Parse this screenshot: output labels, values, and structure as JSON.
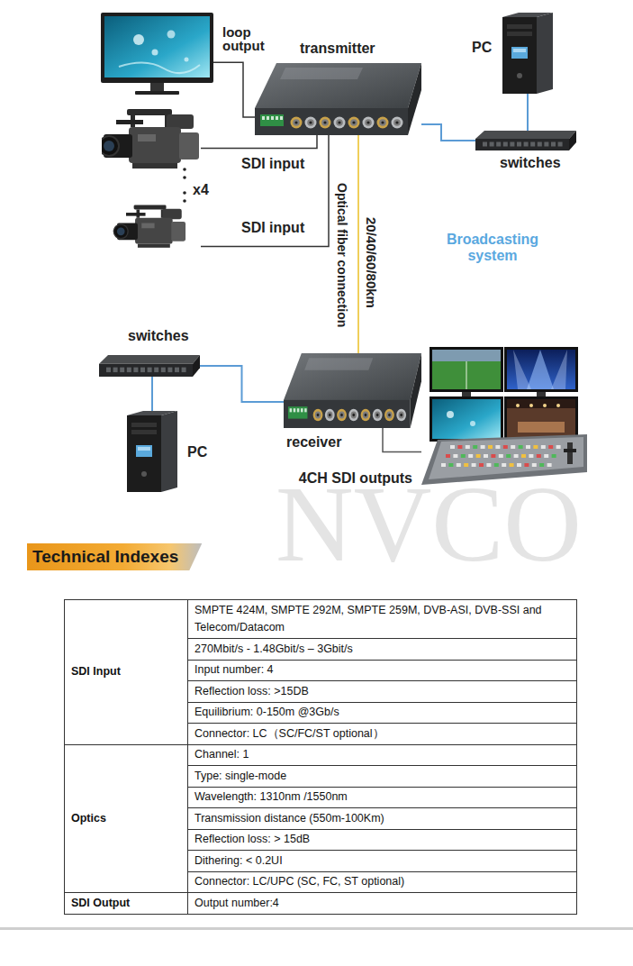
{
  "diagram": {
    "nodes": [
      {
        "text": [
          "loop output"
        ]
      },
      {
        "text": [
          "SDI input"
        ]
      },
      {
        "text": [
          "SDI input"
        ]
      },
      {
        "text": [
          "transmitter"
        ]
      },
      {
        "text": [
          "PC"
        ]
      },
      {
        "text": [
          "switches"
        ]
      },
      {
        "text": [
          "switches"
        ]
      },
      {
        "text": [
          "PC"
        ]
      },
      {
        "text": [
          "receiver"
        ]
      },
      {
        "text": [
          "4CH SDI outputs"
        ]
      }
    ],
    "edges": [
      {
        "from": 0,
        "to": 3,
        "arrow": "none"
      },
      {
        "from": 1,
        "to": 3,
        "arrow": "none"
      },
      {
        "from": 2,
        "to": 3,
        "arrow": "none"
      },
      {
        "from": 3,
        "to": 5,
        "arrow": "none"
      },
      {
        "from": 5,
        "to": 4,
        "arrow": "none"
      },
      {
        "from": 3,
        "to": 8,
        "label": "20/40/60/80km",
        "arrow": "none"
      },
      {
        "from": 6,
        "to": 7,
        "arrow": "none"
      },
      {
        "from": 6,
        "to": 8,
        "arrow": "none"
      },
      {
        "from": 8,
        "to": 9,
        "arrow": "none"
      }
    ],
    "labels": [
      "x4",
      "Optical fiber connection",
      "Broadcasting system",
      "NVCO",
      "Technical Indexes",
      "SDI Input",
      "SMPTE 424M, SMPTE 292M, SMPTE 259M, DVB-ASI, DVB-SSI and Telecom/Datacom",
      "270Mbit/s - 1.48Gbit/s – 3Gbit/s",
      "Input number: 4",
      "Reflection loss: >15DB",
      "Equilibrium: 0-150m @3Gb/s",
      "Connector: LC（SC/FC/ST optional）",
      "Optics",
      "Channel: 1",
      "Type: single-mode",
      "Wavelength: 1310nm /1550nm",
      "Transmission distance (550m-100Km)",
      "Reflection loss: > 15dB",
      "Dithering: < 0.2UI",
      "Connector: LC/UPC (SC, FC, ST optional)",
      "SDI Output",
      "Output number:4"
    ]
  }
}
